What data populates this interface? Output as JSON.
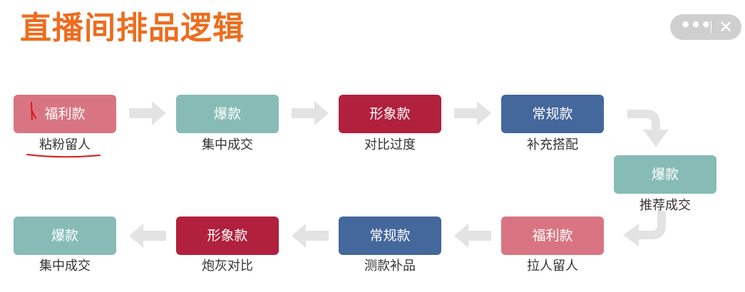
{
  "title": "直播间排品逻辑",
  "window_controls": {
    "more_icon": "•••",
    "close_icon": "✕"
  },
  "flow": {
    "row1": [
      {
        "label": "福利款",
        "caption": "粘粉留人",
        "color": "#d97582"
      },
      {
        "label": "爆款",
        "caption": "集中成交",
        "color": "#87bbb6"
      },
      {
        "label": "形象款",
        "caption": "对比过度",
        "color": "#b1203d"
      },
      {
        "label": "常规款",
        "caption": "补充搭配",
        "color": "#44679c"
      }
    ],
    "middle": {
      "label": "爆款",
      "caption": "推荐成交",
      "color": "#87bbb6"
    },
    "row2": [
      {
        "label": "爆款",
        "caption": "集中成交",
        "color": "#87bbb6"
      },
      {
        "label": "形象款",
        "caption": "炮灰对比",
        "color": "#b1203d"
      },
      {
        "label": "常规款",
        "caption": "测款补品",
        "color": "#44679c"
      },
      {
        "label": "福利款",
        "caption": "拉人留人",
        "color": "#d97582"
      }
    ]
  }
}
